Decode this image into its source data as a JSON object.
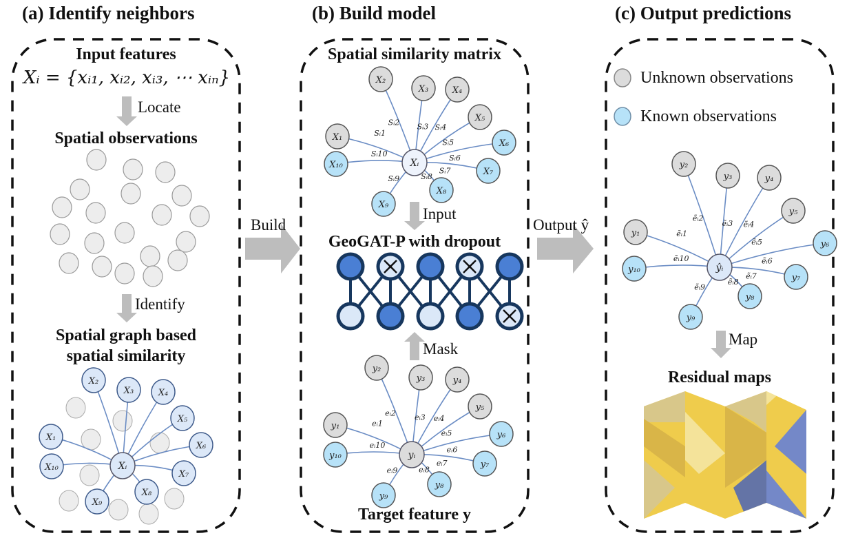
{
  "panels": {
    "a": {
      "title": "(a) Identify neighbors",
      "input_heading": "Input features",
      "formula": "Xᵢ = {xᵢ₁, xᵢ₂, xᵢ₃, ⋯ xᵢₙ}",
      "locate_label": "Locate",
      "observations_heading": "Spatial observations",
      "identify_label": "Identify",
      "graph_heading_line1": "Spatial graph based",
      "graph_heading_line2": "spatial similarity",
      "graph": {
        "center": "Xᵢ",
        "neighbors": [
          "X₁",
          "X₂",
          "X₃",
          "X₄",
          "X₅",
          "X₆",
          "X₇",
          "X₈",
          "X₉",
          "X₁₀"
        ]
      }
    },
    "b": {
      "title": "(b) Build model",
      "matrix_heading": "Spatial similarity matrix",
      "matrix_graph": {
        "center": "Xᵢ",
        "neighbors": [
          "X₁",
          "X₂",
          "X₃",
          "X₄",
          "X₅",
          "X₆",
          "X₇",
          "X₈",
          "X₉",
          "X₁₀"
        ],
        "edges": [
          "Sᵢ1",
          "Sᵢ2",
          "Sᵢ3",
          "Sᵢ4",
          "Sᵢ5",
          "Sᵢ6",
          "Sᵢ7",
          "Sᵢ8",
          "Sᵢ9",
          "Sᵢ10"
        ],
        "known": [
          false,
          false,
          false,
          false,
          false,
          true,
          true,
          true,
          true,
          true
        ]
      },
      "input_label": "Input",
      "model_heading": "GeoGAT-P with dropout",
      "network": {
        "top": [
          {
            "filled": true,
            "dropped": false
          },
          {
            "filled": false,
            "dropped": true
          },
          {
            "filled": true,
            "dropped": false
          },
          {
            "filled": false,
            "dropped": true
          },
          {
            "filled": true,
            "dropped": false
          }
        ],
        "bottom": [
          {
            "filled": false,
            "dropped": false
          },
          {
            "filled": true,
            "dropped": false
          },
          {
            "filled": false,
            "dropped": false
          },
          {
            "filled": true,
            "dropped": false
          },
          {
            "filled": false,
            "dropped": true
          }
        ]
      },
      "mask_label": "Mask",
      "target_graph": {
        "center": "yᵢ",
        "neighbors": [
          "y₁",
          "y₂",
          "y₃",
          "y₄",
          "y₅",
          "y₆",
          "y₇",
          "y₈",
          "y₉",
          "y₁₀"
        ],
        "edges": [
          "eᵢ1",
          "eᵢ2",
          "eᵢ3",
          "eᵢ4",
          "eᵢ5",
          "eᵢ6",
          "eᵢ7",
          "eᵢ8",
          "eᵢ9",
          "eᵢ10"
        ],
        "known": [
          false,
          false,
          false,
          false,
          false,
          true,
          true,
          true,
          true,
          true
        ]
      },
      "target_heading": "Target feature y"
    },
    "c": {
      "title": "(c) Output predictions",
      "legend": [
        {
          "label": "Unknown observations",
          "color": "#dcdcdc"
        },
        {
          "label": "Known observations",
          "color": "#b7e2f8"
        }
      ],
      "output_graph": {
        "center": "ŷᵢ",
        "neighbors": [
          "y₁",
          "y₂",
          "y₃",
          "y₄",
          "y₅",
          "y₆",
          "y₇",
          "y₈",
          "y₉",
          "y₁₀"
        ],
        "edges": [
          "ẽᵢ1",
          "ẽᵢ2",
          "ẽᵢ3",
          "ẽᵢ4",
          "ẽᵢ5",
          "ẽᵢ6",
          "ẽᵢ7",
          "ẽᵢ8",
          "ẽᵢ9",
          "ẽᵢ10"
        ],
        "known": [
          false,
          false,
          false,
          false,
          false,
          true,
          true,
          true,
          true,
          true
        ]
      },
      "map_label": "Map",
      "maps_heading": "Residual maps"
    }
  },
  "arrows": {
    "build_label": "Build",
    "output_label": "Output ŷ"
  },
  "colors": {
    "unknown_fill": "#dcdcdc",
    "known_fill": "#b7e2f8",
    "graph_node_fill": "#dce8f8",
    "edge_color": "#6a8cc4",
    "arrow_gray": "#bdbdbd",
    "net_dark": "#4a7fd4",
    "net_light": "#dbe8f8",
    "net_stroke": "#17375e"
  }
}
